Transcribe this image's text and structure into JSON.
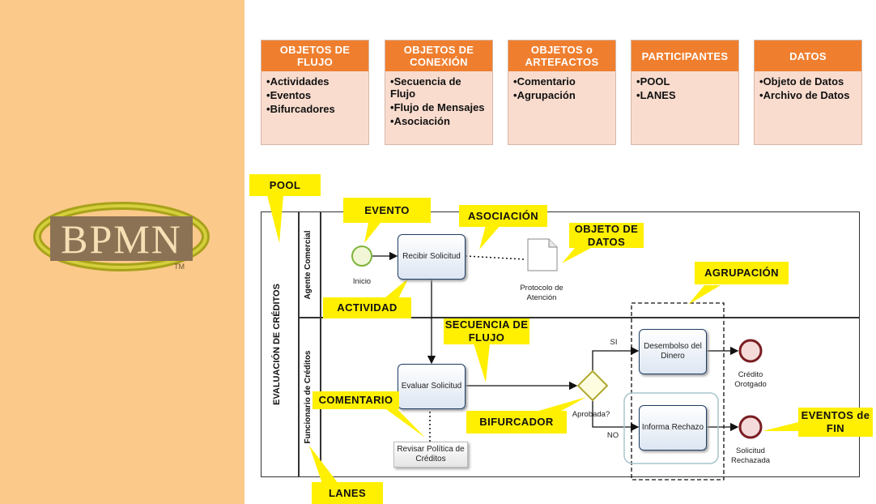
{
  "logo": {
    "text": "BPMN",
    "tm": "TM"
  },
  "categories": [
    {
      "title": "OBJETOS DE FLUJO",
      "items": [
        "Actividades",
        "Eventos",
        "Bifurcadores"
      ]
    },
    {
      "title": "OBJETOS DE CONEXIÓN",
      "items": [
        "Secuencia de Flujo",
        "Flujo de Mensajes",
        "Asociación"
      ]
    },
    {
      "title": "OBJETOS o ARTEFACTOS",
      "items": [
        "Comentario",
        "Agrupación"
      ]
    },
    {
      "title": "PARTICIPANTES",
      "items": [
        "POOL",
        "LANES"
      ]
    },
    {
      "title": "DATOS",
      "items": [
        "Objeto de Datos",
        "Archivo de Datos"
      ]
    }
  ],
  "callouts": {
    "pool": "POOL",
    "evento": "EVENTO",
    "asociacion": "ASOCIACIÓN",
    "objeto_datos": "OBJETO DE DATOS",
    "agrupacion": "AGRUPACIÓN",
    "actividad": "ACTIVIDAD",
    "secuencia": "SECUENCIA DE FLUJO",
    "comentario": "COMENTARIO",
    "bifurcador": "BIFURCADOR",
    "eventos_fin": "EVENTOS de FIN",
    "lanes": "LANES"
  },
  "diagram": {
    "pool_name": "EVALUACIÓN DE CRÉDITOS",
    "lane1": "Agente Comercial",
    "lane2": "Funcionario de Créditos",
    "start_label": "Inicio",
    "task_recibir": "Recibir Solicitud",
    "data_object_label": "Protocolo de Atención",
    "task_evaluar": "Evaluar Solicitud",
    "comment_text": "Revisar Política de Créditos",
    "gateway_label": "Aprobada?",
    "yes_label": "SI",
    "no_label": "NO",
    "task_desembolso": "Desembolso del Dinero",
    "task_rechazo": "Informa Rechazo",
    "end1_label": "Crédito Orotgado",
    "end2_label": "Solicitud Rechazada"
  }
}
